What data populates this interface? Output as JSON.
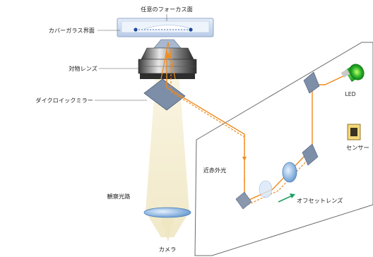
{
  "labels": {
    "focus_plane": "任意のフォーカス面",
    "cover_glass": "カバーガラス界面",
    "objective": "対物レンズ",
    "dichroic": "ダイクロイックミラー",
    "nir_light": "近赤外光",
    "observation_path": "観察光路",
    "camera": "カメラ",
    "led": "LED",
    "sensor": "センサー",
    "offset_lens": "オフセットレンズ"
  },
  "colors": {
    "beam": "#f08a1c",
    "label_line": "#555555",
    "obs_path": "#f3eccb",
    "optic_gray": "#7d8ea8",
    "lens_blue": "#9cc4ea",
    "led_green": "#2bb52e",
    "arrow_green": "#1fa064",
    "focus_dot": "#1b4a9a"
  },
  "icons": {
    "led": "led-icon",
    "sensor": "sensor-icon",
    "motion_arrow": "arrow-icon"
  }
}
